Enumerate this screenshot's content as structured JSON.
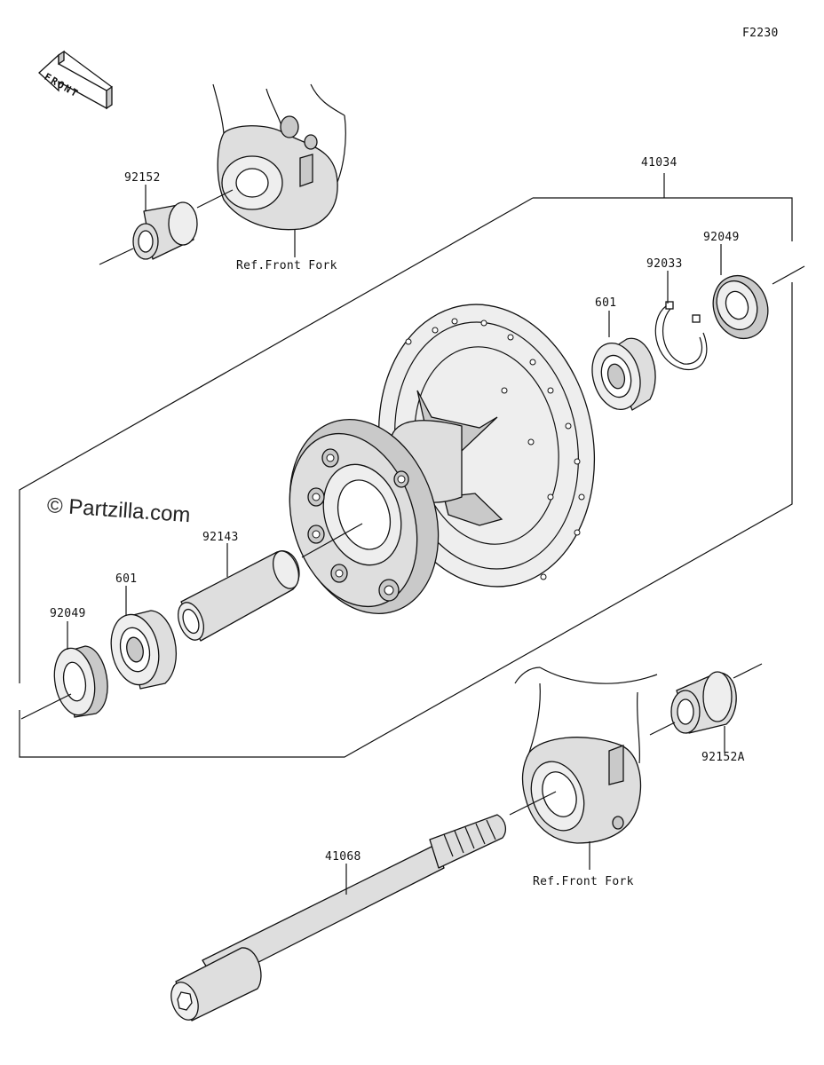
{
  "figure": {
    "code": "F2230"
  },
  "front_arrow": {
    "text": "FRONT"
  },
  "watermark": {
    "text": "© Partzilla.com"
  },
  "parts": {
    "hub_assembly": "41034",
    "collar_left": "92152",
    "collar_right": "92152A",
    "oil_seal_right": "92049",
    "oil_seal_left": "92049",
    "circlip": "92033",
    "bearing_right": "601",
    "bearing_left": "601",
    "spacer": "92143",
    "axle": "41068"
  },
  "references": {
    "front_fork_upper": "Ref.Front Fork",
    "front_fork_lower": "Ref.Front Fork"
  }
}
